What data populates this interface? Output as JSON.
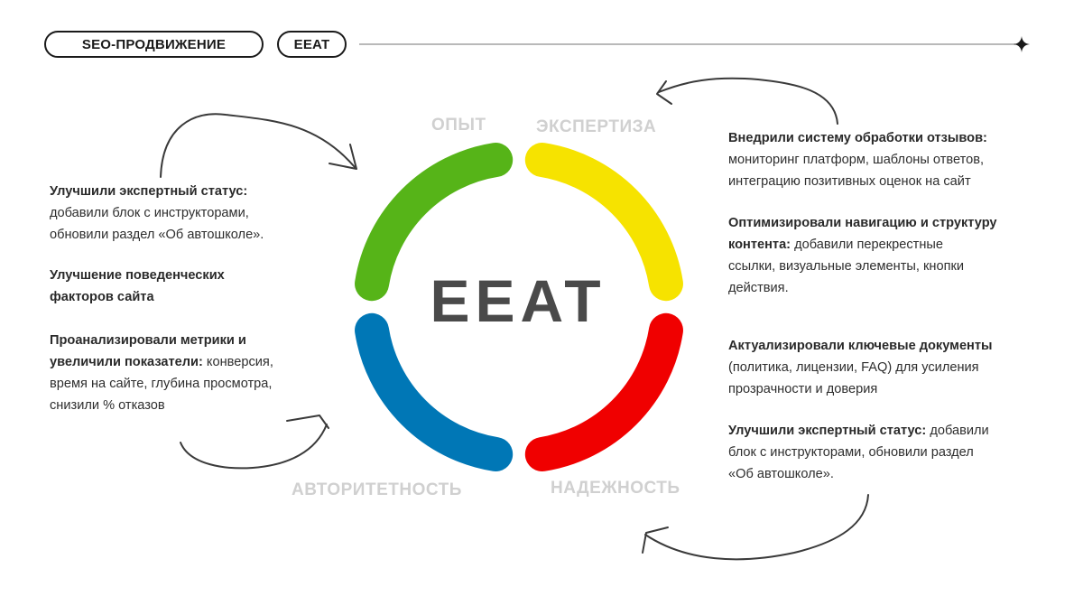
{
  "header": {
    "tag_seo": "SEO-ПРОДВИЖЕНИЕ",
    "tag_eeat": "EEAT",
    "divider_icon": "sparkle-icon"
  },
  "diagram": {
    "center_label": "EEAT",
    "segments": [
      {
        "label": "ОПЫТ",
        "color": "#56b418"
      },
      {
        "label": "ЭКСПЕРТИЗА",
        "color": "#f6e300"
      },
      {
        "label": "НАДЕЖНОСТЬ",
        "color": "#f00000"
      },
      {
        "label": "АВТОРИТЕТНОСТЬ",
        "color": "#0077b6"
      }
    ]
  },
  "left": {
    "b1_bold": "Улучшили экспертный статус:",
    "b1_l1": "добавили блок с инструкторами,",
    "b1_l2": "обновили раздел «Об автошколе».",
    "b2_l1": "Улучшение поведенческих",
    "b2_l2": "факторов сайта",
    "b3_l1": "Проанализировали метрики и",
    "b3_bold": "увеличили показатели:",
    "b3_tail": " конверсия,",
    "b3_l3": "время  на сайте, глубина просмотра,",
    "b3_l4": "снизили % отказов"
  },
  "right": {
    "b1_bold": "Внедрили систему обработки отзывов:",
    "b1_l2": "мониторинг платформ, шаблоны ответов,",
    "b1_l3": "интеграцию позитивных оценок на сайт",
    "b2_l1": "Оптимизировали навигацию и структуру",
    "b2_bold": "контента:",
    "b2_tail": " добавили перекрестные",
    "b2_l3": "ссылки, визуальные элементы, кнопки",
    "b2_l4": "действия.",
    "b3_l1": "Актуализировали ключевые документы",
    "b3_l2": "(политика, лицензии, FAQ) для усиления",
    "b3_l3": "прозрачности и доверия",
    "b4_bold": "Улучшили экспертный статус:",
    "b4_tail": " добавили",
    "b4_l2": "блок с инструкторами, обновили раздел",
    "b4_l3": "«Об автошколе»."
  },
  "colors": {
    "ink": "#1a1a1a",
    "muted_label": "#d0d0d0",
    "center_text": "#4a4a4a",
    "arrow": "#3a3a3a"
  }
}
